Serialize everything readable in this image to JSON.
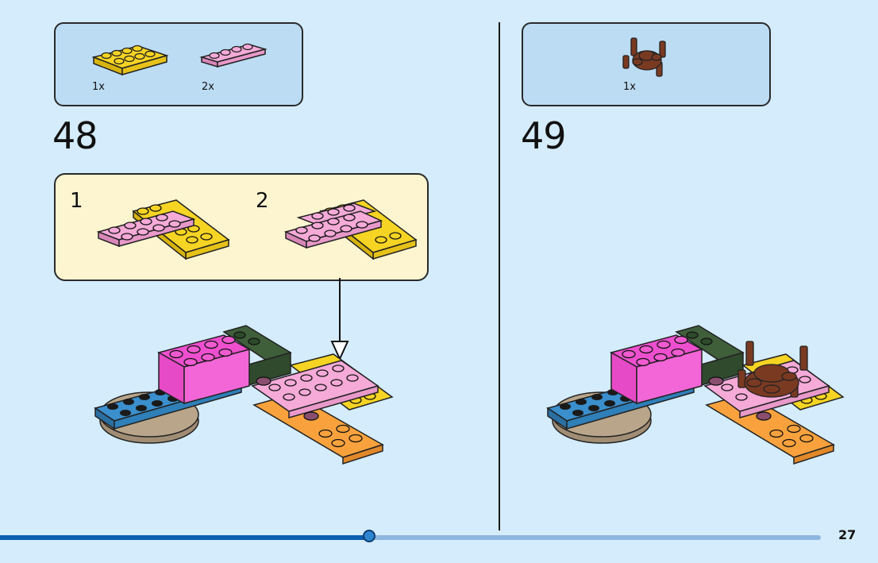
{
  "page_number": "27",
  "progress": {
    "fraction": 0.45
  },
  "steps": [
    {
      "number": "48",
      "parts": [
        {
          "qty": "1x",
          "icon": "yellow-plate-2x4-icon",
          "color": "#f6d423"
        },
        {
          "qty": "2x",
          "icon": "pink-plate-1x4-icon",
          "color": "#f5aad8"
        }
      ],
      "substeps": [
        {
          "number": "1"
        },
        {
          "number": "2"
        }
      ]
    },
    {
      "number": "49",
      "parts": [
        {
          "qty": "1x",
          "icon": "brown-crab-piece-icon",
          "color": "#7a3a22"
        }
      ]
    }
  ],
  "colors": {
    "background": "#d4ecfb",
    "parts_box": "#bcdcf3",
    "substep_box": "#fdf5d0",
    "progress_fill": "#0b5fb0"
  }
}
